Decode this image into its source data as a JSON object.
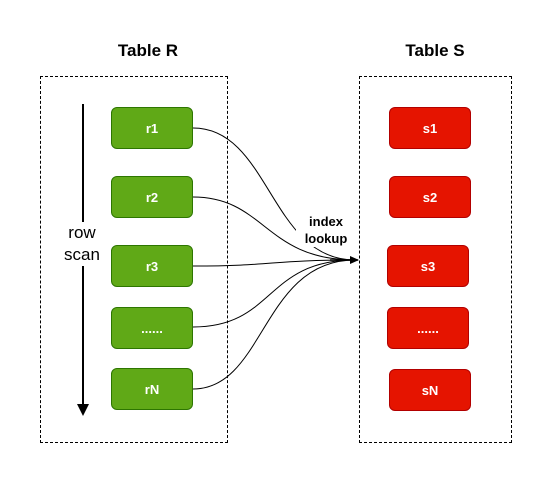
{
  "table_r": {
    "title": "Table R",
    "rows": [
      "r1",
      "r2",
      "r3",
      "......",
      "rN"
    ],
    "scan_label_line1": "row",
    "scan_label_line2": "scan"
  },
  "table_s": {
    "title": "Table S",
    "rows": [
      "s1",
      "s2",
      "s3",
      "......",
      "sN"
    ]
  },
  "lookup": {
    "line1": "index",
    "line2": "lookup"
  },
  "colors": {
    "r_fill": "#60a917",
    "r_border": "#2d7600",
    "s_fill": "#e51400",
    "s_border": "#b20000"
  }
}
